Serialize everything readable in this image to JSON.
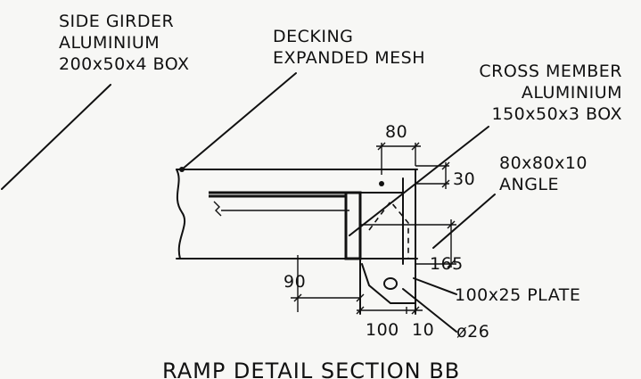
{
  "labels": {
    "side_girder": [
      "SIDE GIRDER",
      "ALUMINIUM",
      "200x50x4 BOX"
    ],
    "decking": [
      "DECKING",
      "EXPANDED MESH"
    ],
    "cross_member": [
      "CROSS MEMBER",
      "ALUMINIUM",
      "150x50x3 BOX"
    ],
    "angle": [
      "80x80x10",
      "ANGLE"
    ],
    "plate": "100x25 PLATE",
    "hole": "ø26"
  },
  "dimensions": {
    "d80": "80",
    "d30": "30",
    "d165": "165",
    "d90": "90",
    "d100": "100",
    "d10": "10"
  },
  "title": "RAMP DETAIL SECTION BB"
}
